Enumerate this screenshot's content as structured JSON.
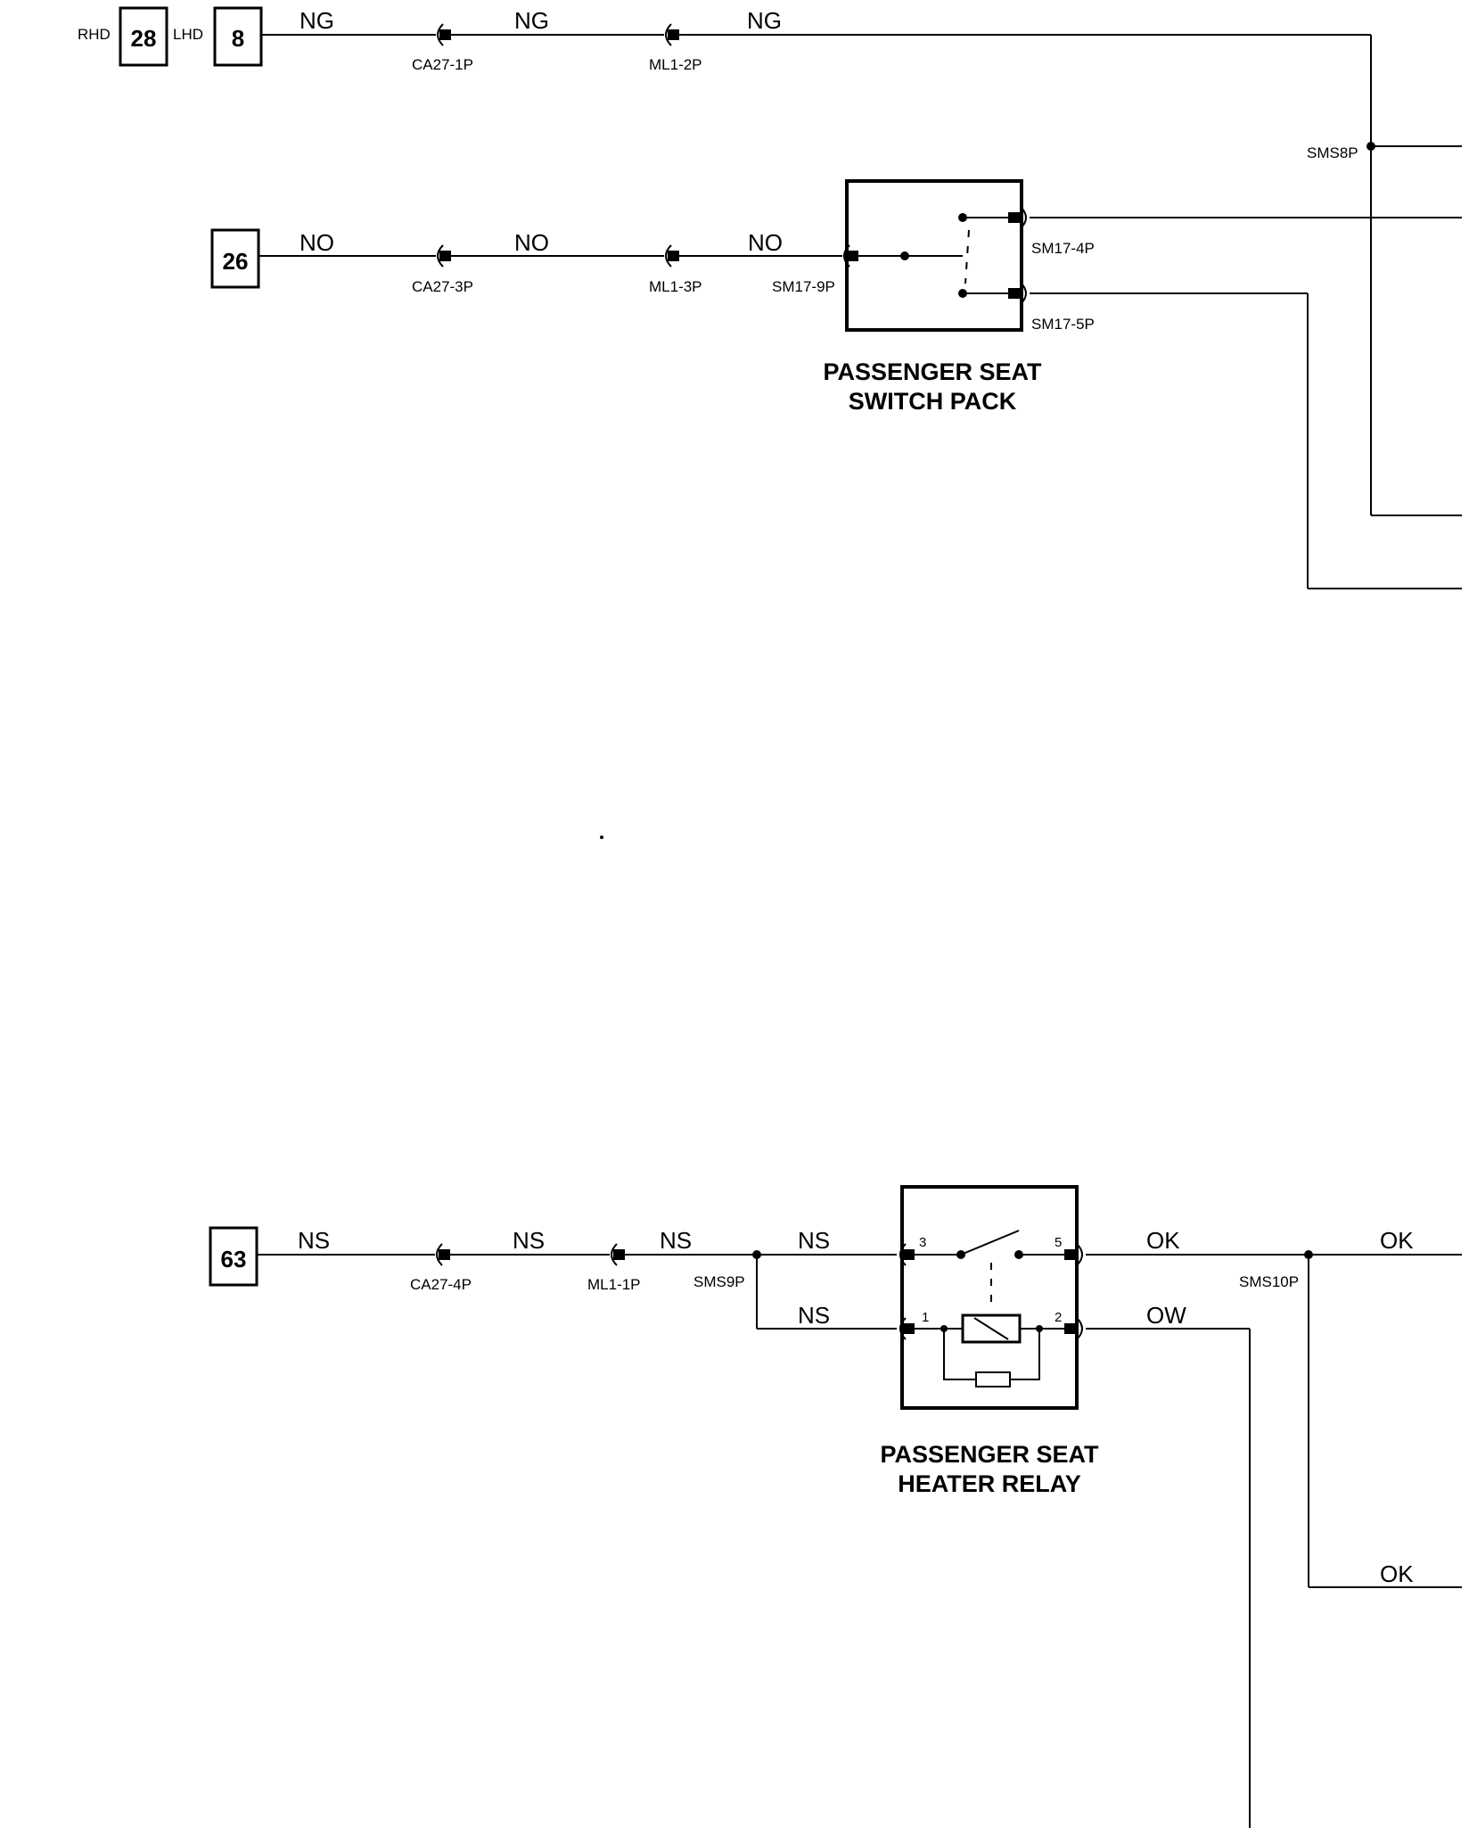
{
  "circuit_refs": {
    "rhd_label": "RHD",
    "rhd_num": "28",
    "lhd_label": "LHD",
    "lhd_num": "8",
    "ref_26": "26",
    "ref_63": "63"
  },
  "wire_colors": {
    "ng": "NG",
    "no": "NO",
    "ns": "NS",
    "ok": "OK",
    "ow": "OW"
  },
  "connectors": {
    "ca27_1p": "CA27-1P",
    "ml1_2p": "ML1-2P",
    "sms8p": "SMS8P",
    "ca27_3p": "CA27-3P",
    "ml1_3p": "ML1-3P",
    "sm17_9p": "SM17-9P",
    "sm17_4p": "SM17-4P",
    "sm17_5p": "SM17-5P",
    "ca27_4p": "CA27-4P",
    "ml1_1p": "ML1-1P",
    "sms9p": "SMS9P",
    "sms10p": "SMS10P"
  },
  "relay_pins": {
    "p3": "3",
    "p5": "5",
    "p1": "1",
    "p2": "2"
  },
  "components": {
    "switch_pack_line1": "PASSENGER SEAT",
    "switch_pack_line2": "SWITCH PACK",
    "heater_relay_line1": "PASSENGER SEAT",
    "heater_relay_line2": "HEATER RELAY"
  }
}
